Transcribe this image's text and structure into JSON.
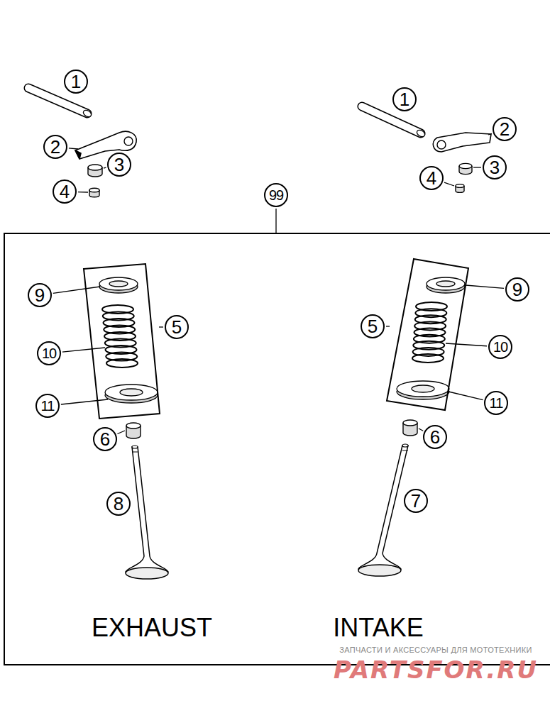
{
  "diagram": {
    "nodes": [
      {
        "text": [
          "99",
          "EXHAUST",
          "INTAKE"
        ]
      },
      {
        "text": [
          "5"
        ],
        "in": 0
      },
      {
        "text": [
          "5"
        ],
        "in": 0
      }
    ],
    "labels": [
      "1",
      "2",
      "3",
      "4",
      "1",
      "2",
      "3",
      "4",
      "9",
      "10",
      "11",
      "6",
      "8",
      "9",
      "10",
      "11",
      "6",
      "7",
      "ЗАПЧАСТИ И АКСЕССУАРЫ ДЛЯ МОТОТЕХНИКИ",
      "PARTSFOR.RU"
    ]
  }
}
